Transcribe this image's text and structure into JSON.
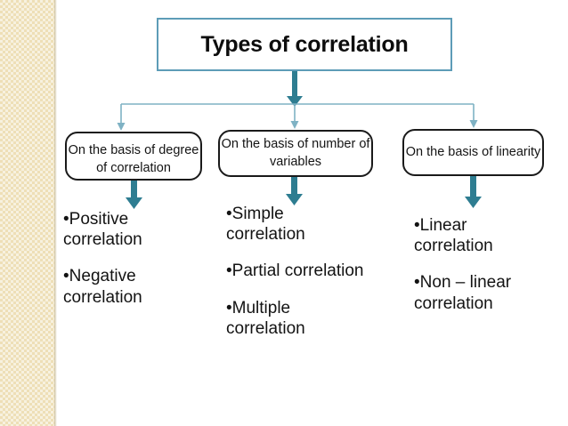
{
  "slide": {
    "background_color": "#ffffff",
    "accent_color": "#2e7d91",
    "title_border_color": "#5d9cb7",
    "band_color": "#eedfb7"
  },
  "title": {
    "text": "Types of correlation"
  },
  "categories": [
    {
      "id": "degree",
      "label": "On the basis of\ndegree of\ncorrelation"
    },
    {
      "id": "number-of-variables",
      "label": "On the basis of\nnumber of variables"
    },
    {
      "id": "linearity",
      "label": "On the basis of\nlinearity"
    }
  ],
  "columns": [
    {
      "id": "degree-items",
      "items": [
        "•Positive\ncorrelation",
        "•Negative\ncorrelation"
      ]
    },
    {
      "id": "number-of-variables-items",
      "items": [
        "•Simple\ncorrelation",
        "•Partial correlation",
        "•Multiple\ncorrelation"
      ]
    },
    {
      "id": "linearity-items",
      "items": [
        "•Linear\ncorrelation",
        "•Non – linear\ncorrelation"
      ]
    }
  ]
}
